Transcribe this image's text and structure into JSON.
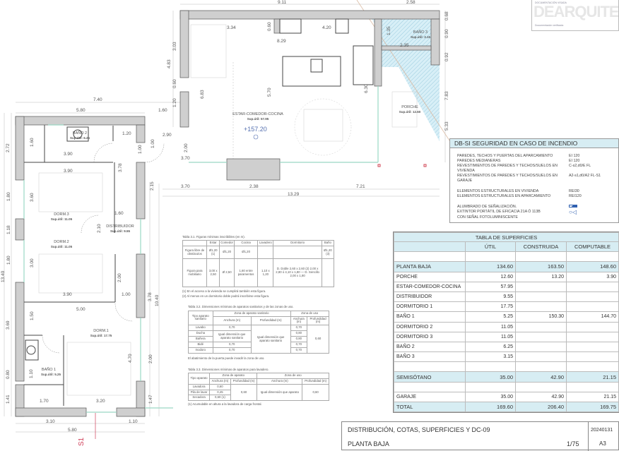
{
  "logo": {
    "watermark": "DEARQUITEC",
    "line1": "DOCUMENTACIÓN VISADA",
    "line2": "Documentación verificada"
  },
  "plan": {
    "dims": [
      "9.11",
      "2.58",
      "7.40",
      "5.80",
      "1.60",
      "1.20",
      "2.90",
      "3.90",
      "1.60",
      "2.72",
      "3.90",
      "3.78",
      "1.00",
      "1.00",
      "3.70",
      "2.00",
      "2.15",
      "3.70",
      "2.38",
      "7.21",
      "13.29",
      "3.03",
      "4.83",
      "0.60",
      "1.20",
      "6.83",
      "5.70",
      "3.34",
      "0.60",
      "4.20",
      "8.29",
      "6.30",
      "1.35",
      "2.35",
      "0.68",
      "0.90",
      "0.92",
      "7.83",
      "5.33",
      "1.80",
      "1.18",
      "13.40",
      "1.80",
      "3.60",
      "1.60",
      "2.10",
      "3.00",
      "2.00",
      "3.90",
      "1.00",
      "3.78",
      "10.40",
      "5.00",
      "1.50",
      "3.69",
      "2.00",
      "4.70",
      "1.10",
      "0.80",
      "1.41",
      "1.47",
      "1.70",
      "3.20",
      "3.10",
      "1.10",
      "5.80"
    ],
    "section_mark": "S1",
    "level": "+157.20",
    "rooms": [
      {
        "name": "BAÑO 2",
        "area": "Sup.útil: 6.25"
      },
      {
        "name": "DORM.3",
        "area": "Sup.útil: 11.05"
      },
      {
        "name": "DISTRIBUIDOR",
        "area": "Sup.útil: 9.55"
      },
      {
        "name": "DORM.2",
        "area": "Sup.útil: 11.05"
      },
      {
        "name": "DORM.1",
        "area": "Sup.útil: 17.75"
      },
      {
        "name": "BAÑO 1",
        "area": "Sup.útil: 5.25"
      },
      {
        "name": "ESTAR-COMEDOR-COCINA",
        "area": "Sup.útil: 57.95"
      },
      {
        "name": "BAÑO 3",
        "area": "Sup.útil: 3.15"
      },
      {
        "name": "PORCHE",
        "area": "Sup.útil: 12.60"
      }
    ]
  },
  "table31": {
    "caption": "Tabla 3.1. Figuras mínimas inscribibles (en m).",
    "headers": [
      "",
      "Estar",
      "Comedor",
      "Cocina",
      "Lavadero",
      "Dormitorio",
      "Baño"
    ],
    "rows": [
      [
        "Figura libre de obstáculos",
        "Ø1,20 (1)",
        "Ø1,20",
        "Ø1,20",
        "",
        "",
        "Ø1,20 (3)"
      ],
      [
        "Figura para mobiliario",
        "3,00 x 2,50",
        "Ø 2,50",
        "1,60 entre paramentos",
        "1,10 x 1,20",
        "D. Doble 2,60 x 2,60 (2) 2,00 x 2,80 ó 4,10 x 1,80 — D. Sencillo 2,00 x 1,80",
        ""
      ]
    ],
    "notes": [
      "(1) En el acceso a la vivienda se cumplirá también esta figura.",
      "(2) Al menos en un dormitorio doble podrá inscribirse esta figura."
    ]
  },
  "table32": {
    "caption": "Tabla 3.2. Dimensiones mínimas de aparatos sanitarios y de las zonas de uso.",
    "col_type": "Tipo aparato sanitario",
    "group1": "Zona de aparato sanitario",
    "group2": "Zona de uso",
    "width": "Anchura (m)",
    "depth": "Profundidad (m)",
    "rows": [
      [
        "Lavabo",
        "0,70",
        "0,70"
      ],
      [
        "Ducha",
        "Igual dimensión que aparato sanitario",
        "0,80"
      ],
      [
        "Bañera",
        "",
        "0,80"
      ],
      [
        "Bidé",
        "0,70",
        "0,70"
      ],
      [
        "Inodoro",
        "0,70",
        "0,70"
      ]
    ],
    "depth_app": "Igual dimensión que aparato sanitario",
    "depth_use": "0,60",
    "note": "El abatimiento de la puerta puede invadir la zona de uso."
  },
  "table33": {
    "caption": "Tabla 3.3. Dimensiones mínimas de aparatos para lavadero.",
    "col_type": "Tipo aparato",
    "group1": "Zona de aparato",
    "group2": "Zona de uso",
    "width": "Anchura (m)",
    "depth": "Profundidad (m)",
    "rows": [
      [
        "Lavadora",
        "0,60"
      ],
      [
        "Pila de lavar",
        "0,45"
      ],
      [
        "Secadora",
        "0,60 (1)"
      ]
    ],
    "depth_app": "0,60",
    "width_use": "Igual dimensión que aparato",
    "depth_use": "0,60",
    "note": "(1) Acumulable en altura a la lavadora de carga frontal."
  },
  "dbsi": {
    "title": "DB-SI   SEGURIDAD EN CASO DE INCENDIO",
    "rows": [
      [
        "PAREDES, TECHOS Y PUERTAS DEL APARCAMIENTO",
        "EI 120"
      ],
      [
        "PAREDES MEDIANERAS",
        "EI 120"
      ],
      [
        "REVESTIMIENTOS DE PAREDES Y TECHOS/SUELOS EN VIVIENDA",
        "C-s2,d0/E  FL"
      ],
      [
        "REVESTIMIENTOS DE PAREDES Y TECHOS/SUELOS EN GARAJE",
        "A2-s1,d0/A2 FL-S1"
      ],
      [
        "ELEMENTOS ESTRUCTURALES EN VIVIENDA",
        "REI30"
      ],
      [
        "ELEMENTOS ESTRUCTURALES EN APARCAMIENTO",
        "REI120"
      ]
    ],
    "lighting": "ALUMBRADO DE SEÑALIZACIÓN.",
    "extinguisher": "EXTINTOR PORTÁTIL DE EFICACIA 21A Ó 113B",
    "extinguisher2": "CON SEÑAL FOTOLUMINISCENTE"
  },
  "superficies": {
    "title": "TABLA DE SUPERFICIES",
    "headers": [
      "",
      "ÚTIL",
      "CONSTRUIDA",
      "COMPUTABLE"
    ],
    "rows": [
      {
        "t": "gap",
        "c": [
          "",
          "",
          "",
          ""
        ]
      },
      {
        "t": "blue",
        "c": [
          "PLANTA  BAJA",
          "134.60",
          "163.50",
          "148.60"
        ]
      },
      {
        "t": "n",
        "c": [
          "PORCHE",
          "12.60",
          "13.20",
          "3.90"
        ]
      },
      {
        "t": "n",
        "c": [
          "ESTAR-COMEDOR-COCINA",
          "57.95",
          "",
          ""
        ]
      },
      {
        "t": "n",
        "c": [
          "DISTRIBUIDOR",
          "9.55",
          "",
          ""
        ]
      },
      {
        "t": "n",
        "c": [
          "DORMITORIO 1",
          "17.75",
          "",
          ""
        ]
      },
      {
        "t": "n",
        "c": [
          "BAÑO 1",
          "5.25",
          "150.30",
          "144.70"
        ]
      },
      {
        "t": "n",
        "c": [
          "DORMITORIO 2",
          "11.05",
          "",
          ""
        ]
      },
      {
        "t": "n",
        "c": [
          "DORMITORIO 3",
          "11.05",
          "",
          ""
        ]
      },
      {
        "t": "n",
        "c": [
          "BAÑO 2",
          "6.25",
          "",
          ""
        ]
      },
      {
        "t": "n",
        "c": [
          "BAÑO 3",
          "3.15",
          "",
          ""
        ]
      },
      {
        "t": "gap",
        "c": [
          "",
          "",
          "",
          ""
        ]
      },
      {
        "t": "blue",
        "c": [
          "SEMISÓTANO",
          "35.00",
          "42.90",
          "21.15"
        ]
      },
      {
        "t": "gap",
        "c": [
          "",
          "",
          "",
          ""
        ]
      },
      {
        "t": "n",
        "c": [
          "GARAJE",
          "35.00",
          "42.90",
          "21.15"
        ]
      },
      {
        "t": "blue",
        "c": [
          "TOTAL",
          "169.60",
          "206.40",
          "169.75"
        ]
      }
    ]
  },
  "titleblock": {
    "title": "DISTRIBUCIÓN, COTAS, SUPERFICIES Y DC-09",
    "subtitle": "PLANTA BAJA",
    "scale": "1/75",
    "date": "20240131",
    "format": "A3"
  },
  "colors": {
    "header": "#d7edf3",
    "wall": "#cfcfcf",
    "window": "#8fd6c0",
    "hatch": "#bfe3f0",
    "section": "#d0405a"
  }
}
